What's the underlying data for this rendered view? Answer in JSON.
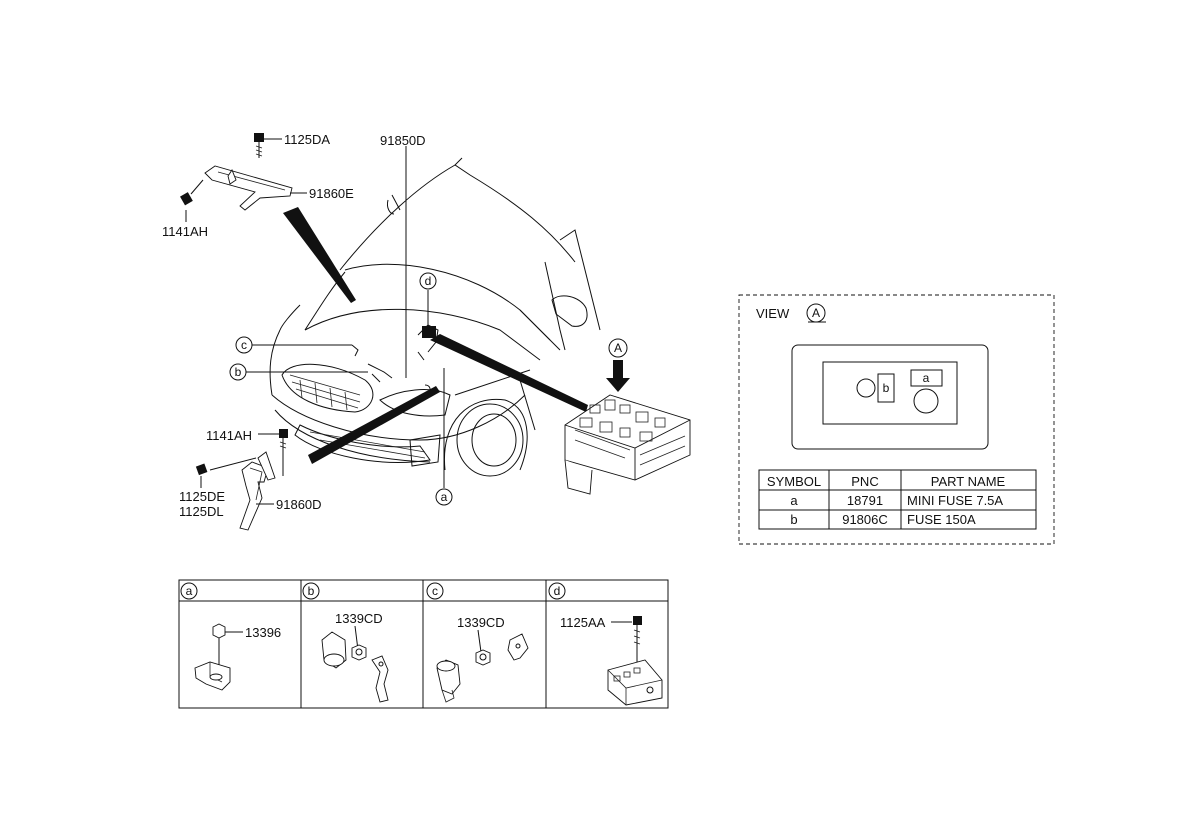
{
  "main_labels": {
    "p1125DA": "1125DA",
    "p91850D": "91850D",
    "p91860E": "91860E",
    "p1141AH_top": "1141AH",
    "p1141AH_mid": "1141AH",
    "p1125DE": "1125DE",
    "p1125DL": "1125DL",
    "p91860D": "91860D"
  },
  "callouts": {
    "a": "a",
    "b": "b",
    "c": "c",
    "d": "d",
    "A": "A"
  },
  "view_panel": {
    "view_text": "VIEW",
    "view_symbol": "A",
    "fuse_a": "a",
    "fuse_b": "b",
    "table": {
      "headers": [
        "SYMBOL",
        "PNC",
        "PART NAME"
      ],
      "rows": [
        [
          "a",
          "18791",
          "MINI FUSE 7.5A"
        ],
        [
          "b",
          "91806C",
          "FUSE 150A"
        ]
      ]
    }
  },
  "detail_panels": [
    {
      "symbol": "a",
      "part": "13396"
    },
    {
      "symbol": "b",
      "part": "1339CD"
    },
    {
      "symbol": "c",
      "part": "1339CD"
    },
    {
      "symbol": "d",
      "part": "1125AA"
    }
  ]
}
